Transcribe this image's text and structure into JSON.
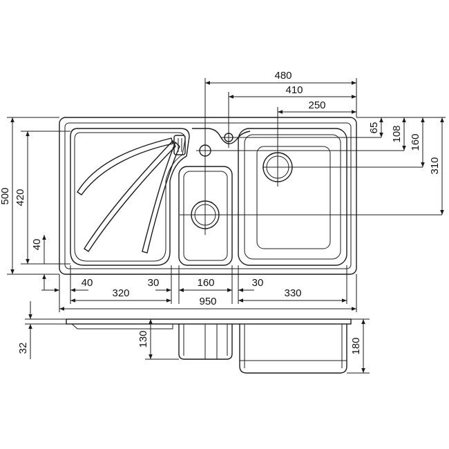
{
  "dimensions": {
    "overall_width": "950",
    "overall_depth": "500",
    "drain_to_edge": "480",
    "tap_hole_to_edge": "410",
    "right_bowl_drain_to_edge": "250",
    "tap_hole_from_top": "65",
    "drain_from_top_small": "108",
    "right_drain_from_top": "160",
    "right_bowl_depth": "310",
    "drainer_depth": "420",
    "drainer_bottom_margin": "40",
    "left_margin": "40",
    "drainer_width": "320",
    "gap_left": "30",
    "small_bowl_width": "160",
    "gap_right": "30",
    "large_bowl_width": "330",
    "rim_height": "32",
    "small_bowl_height": "130",
    "large_bowl_height": "180"
  }
}
